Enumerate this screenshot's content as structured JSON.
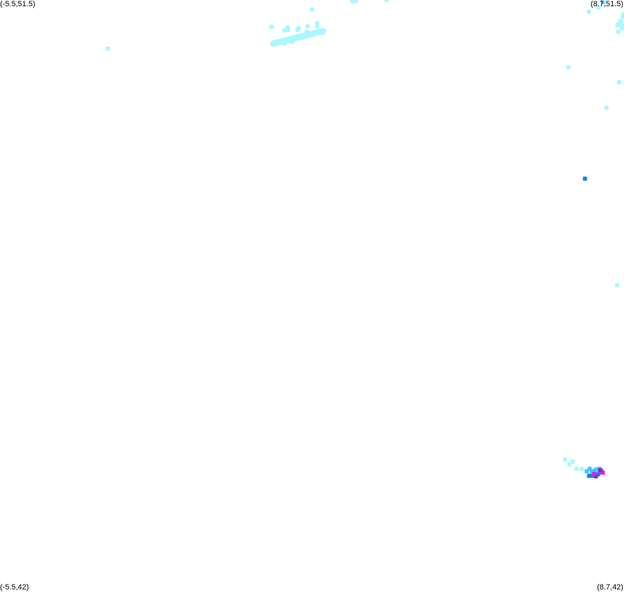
{
  "corners": {
    "top_left": "(-5.5,51.5)",
    "top_right": "(8.7,51.5)",
    "bottom_left": "(-5.5,42)",
    "bottom_right": "(8.7,42)"
  },
  "bounds": {
    "lon_min": -5.5,
    "lon_max": 8.7,
    "lat_min": 42,
    "lat_max": 51.5
  },
  "colors": {
    "light": "#a8f8ff",
    "medium": "#3cc8ff",
    "blue": "#1480e6",
    "magenta": "#e020e0",
    "purple": "#8a22d8"
  },
  "cells": [
    {
      "lon": 1.6,
      "lat": 51.35,
      "color": "light"
    },
    {
      "lon": 1.72,
      "lat": 51.08,
      "color": "light"
    },
    {
      "lon": 1.5,
      "lat": 51.08,
      "color": "light"
    },
    {
      "lon": 1.3,
      "lat": 51.05,
      "color": "light"
    },
    {
      "lon": 1.05,
      "lat": 51.02,
      "color": "light"
    },
    {
      "lon": 0.97,
      "lat": 51.01,
      "color": "light"
    },
    {
      "lon": 1.05,
      "lat": 51.06,
      "color": "light"
    },
    {
      "lon": 1.27,
      "lat": 51.02,
      "color": "light"
    },
    {
      "lon": 1.48,
      "lat": 50.99,
      "color": "light"
    },
    {
      "lon": 1.72,
      "lat": 51.13,
      "color": "light"
    },
    {
      "lon": 1.03,
      "lat": 50.86,
      "color": "light"
    },
    {
      "lon": 1.28,
      "lat": 50.92,
      "color": "light"
    },
    {
      "lon": 1.55,
      "lat": 50.97,
      "color": "light"
    },
    {
      "lon": 1.38,
      "lat": 50.89,
      "color": "light"
    },
    {
      "lon": 1.15,
      "lat": 50.83,
      "color": "light"
    },
    {
      "lon": 1.85,
      "lat": 50.98,
      "color": "light"
    },
    {
      "lon": 0.97,
      "lat": 50.8,
      "color": "light"
    },
    {
      "lon": 1.7,
      "lat": 50.99,
      "color": "light"
    },
    {
      "lon": 0.68,
      "lat": 51.07,
      "color": "light"
    },
    {
      "lon": 2.6,
      "lat": 51.49,
      "color": "light"
    },
    {
      "lon": 2.52,
      "lat": 51.48,
      "color": "light"
    },
    {
      "lon": 3.3,
      "lat": 51.5,
      "color": "light"
    },
    {
      "lon": 7.9,
      "lat": 51.31,
      "color": "light"
    },
    {
      "lon": 8.12,
      "lat": 51.38,
      "color": "light"
    },
    {
      "lon": 8.22,
      "lat": 51.47,
      "color": "medium"
    },
    {
      "lon": 8.25,
      "lat": 51.49,
      "color": "light"
    },
    {
      "lon": 8.62,
      "lat": 51.16,
      "color": "light"
    },
    {
      "lon": 8.69,
      "lat": 51.27,
      "color": "light"
    },
    {
      "lon": 8.67,
      "lat": 51.23,
      "color": "light"
    },
    {
      "lon": 8.55,
      "lat": 51.1,
      "color": "light"
    },
    {
      "lon": 8.6,
      "lat": 51.12,
      "color": "light"
    },
    {
      "lon": 8.7,
      "lat": 51.09,
      "color": "light"
    },
    {
      "lon": 8.65,
      "lat": 51.05,
      "color": "light"
    },
    {
      "lon": 8.57,
      "lat": 50.99,
      "color": "light"
    },
    {
      "lon": 7.43,
      "lat": 50.42,
      "color": "light"
    },
    {
      "lon": 8.59,
      "lat": 50.18,
      "color": "light"
    },
    {
      "lon": 8.3,
      "lat": 49.77,
      "color": "light"
    },
    {
      "lon": 7.81,
      "lat": 48.63,
      "color": "blue"
    },
    {
      "lon": 8.54,
      "lat": 46.92,
      "color": "light"
    },
    {
      "lon": -3.05,
      "lat": 50.72,
      "color": "light"
    },
    {
      "lon": 7.36,
      "lat": 44.12,
      "color": "light"
    },
    {
      "lon": 7.46,
      "lat": 44.04,
      "color": "light"
    },
    {
      "lon": 7.53,
      "lat": 44.09,
      "color": "light"
    },
    {
      "lon": 7.74,
      "lat": 43.97,
      "color": "light"
    },
    {
      "lon": 7.62,
      "lat": 43.97,
      "color": "light"
    },
    {
      "lon": 7.85,
      "lat": 43.93,
      "color": "medium"
    },
    {
      "lon": 7.88,
      "lat": 43.85,
      "color": "light"
    },
    {
      "lon": 7.92,
      "lat": 43.97,
      "color": "medium"
    },
    {
      "lon": 7.97,
      "lat": 43.93,
      "color": "medium"
    },
    {
      "lon": 8.03,
      "lat": 43.94,
      "color": "medium"
    },
    {
      "lon": 8.07,
      "lat": 43.96,
      "color": "medium"
    },
    {
      "lon": 8.14,
      "lat": 43.97,
      "color": "medium"
    },
    {
      "lon": 7.91,
      "lat": 43.86,
      "color": "blue"
    },
    {
      "lon": 7.97,
      "lat": 43.86,
      "color": "blue"
    },
    {
      "lon": 8.04,
      "lat": 43.87,
      "color": "blue"
    },
    {
      "lon": 8.11,
      "lat": 43.88,
      "color": "blue"
    },
    {
      "lon": 8.15,
      "lat": 43.91,
      "color": "blue"
    },
    {
      "lon": 8.19,
      "lat": 43.94,
      "color": "medium"
    },
    {
      "lon": 8.06,
      "lat": 43.85,
      "color": "purple"
    },
    {
      "lon": 8.02,
      "lat": 43.89,
      "color": "magenta"
    },
    {
      "lon": 8.17,
      "lat": 43.92,
      "color": "magenta"
    },
    {
      "lon": 8.22,
      "lat": 43.91,
      "color": "magenta"
    },
    {
      "lon": 8.16,
      "lat": 43.95,
      "color": "purple"
    }
  ],
  "swath": {
    "lon1": 0.72,
    "lat1": 50.8,
    "lon2": 1.85,
    "lat2": 51.0,
    "color": "light"
  }
}
